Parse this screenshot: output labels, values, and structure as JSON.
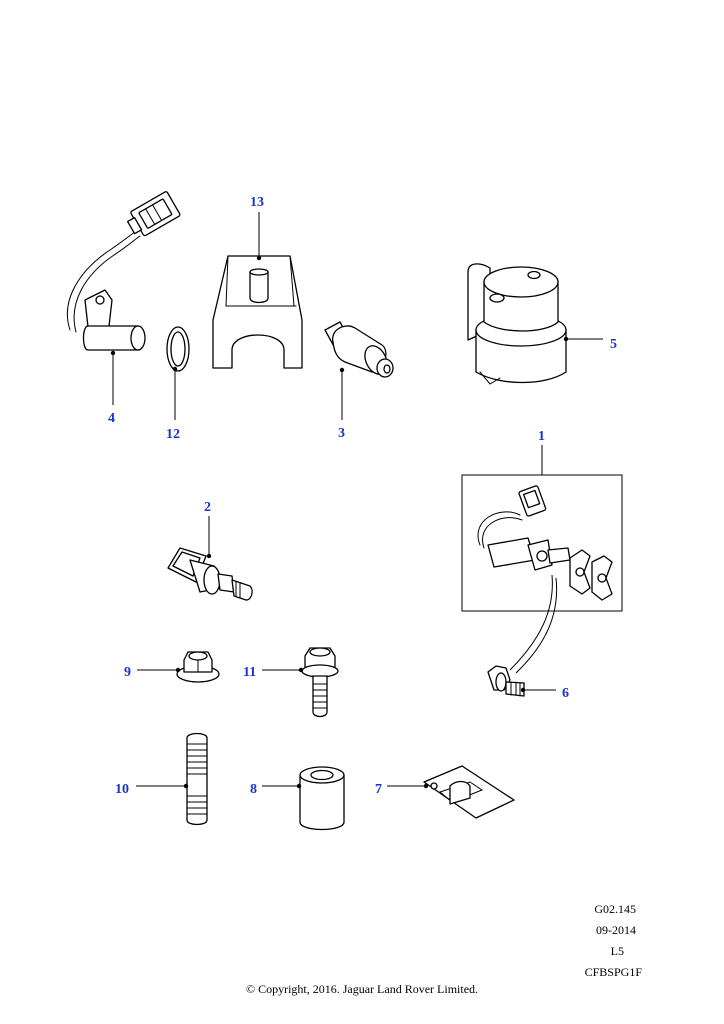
{
  "callouts": {
    "c1": "1",
    "c2": "2",
    "c3": "3",
    "c4": "4",
    "c5": "5",
    "c6": "6",
    "c7": "7",
    "c8": "8",
    "c9": "9",
    "c10": "10",
    "c11": "11",
    "c12": "12",
    "c13": "13"
  },
  "reference": {
    "illustration_code": "G02.145",
    "date": "09-2014",
    "model": "L5",
    "catalogue_code": "CFBSPG1F"
  },
  "copyright": "© Copyright, 2016. Jaguar Land Rover Limited.",
  "colors": {
    "callout": "#1a33cc",
    "linework": "#000000",
    "background": "#ffffff"
  }
}
